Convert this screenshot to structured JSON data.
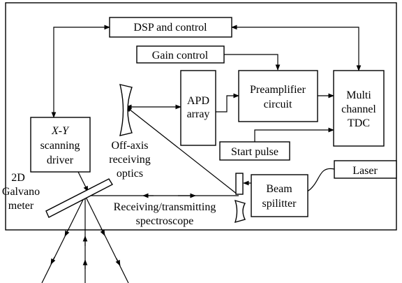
{
  "blocks": {
    "dsp": "DSP and control",
    "gain": "Gain control",
    "apd": [
      "APD",
      "array"
    ],
    "preamp": [
      "Preamplifier",
      "circuit"
    ],
    "tdc": [
      "Multi",
      "channel",
      "TDC"
    ],
    "xy_driver": {
      "axes": "X-Y",
      "line2": "scanning",
      "line3": "driver"
    },
    "start_pulse": "Start pulse",
    "beam_splitter": [
      "Beam",
      "spilitter"
    ],
    "laser": "Laser"
  },
  "labels": {
    "off_axis": [
      "Off-axis",
      "receiving",
      "optics"
    ],
    "galvano": [
      "2D",
      "Galvano",
      "meter"
    ],
    "spectroscope": [
      "Receiving/transmitting",
      "spectroscope"
    ]
  }
}
